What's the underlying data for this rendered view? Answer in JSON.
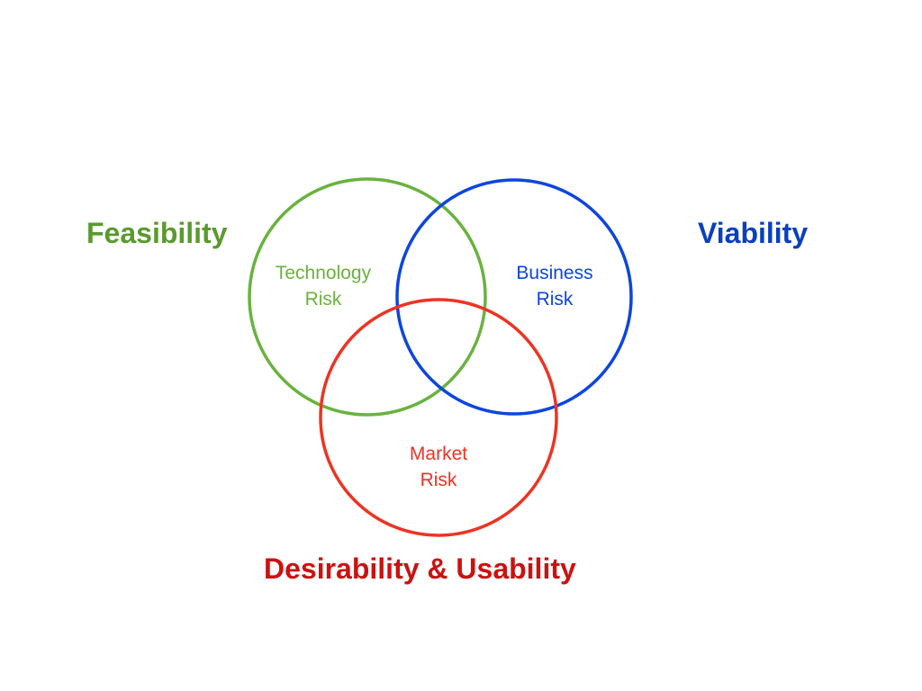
{
  "colors": {
    "feasibility": "#5a9a2e",
    "technology": "#6ab23e",
    "viability": "#0a3fc0",
    "business": "#0d45e0",
    "desirability": "#cc1111",
    "market": "#ee3322"
  },
  "headings": {
    "feasibility": "Feasibility",
    "viability": "Viability",
    "desirability": "Desirability & Usability"
  },
  "circles": {
    "technology": {
      "line1": "Technology",
      "line2": "Risk"
    },
    "business": {
      "line1": "Business",
      "line2": "Risk"
    },
    "market": {
      "line1": "Market",
      "line2": "Risk"
    }
  }
}
